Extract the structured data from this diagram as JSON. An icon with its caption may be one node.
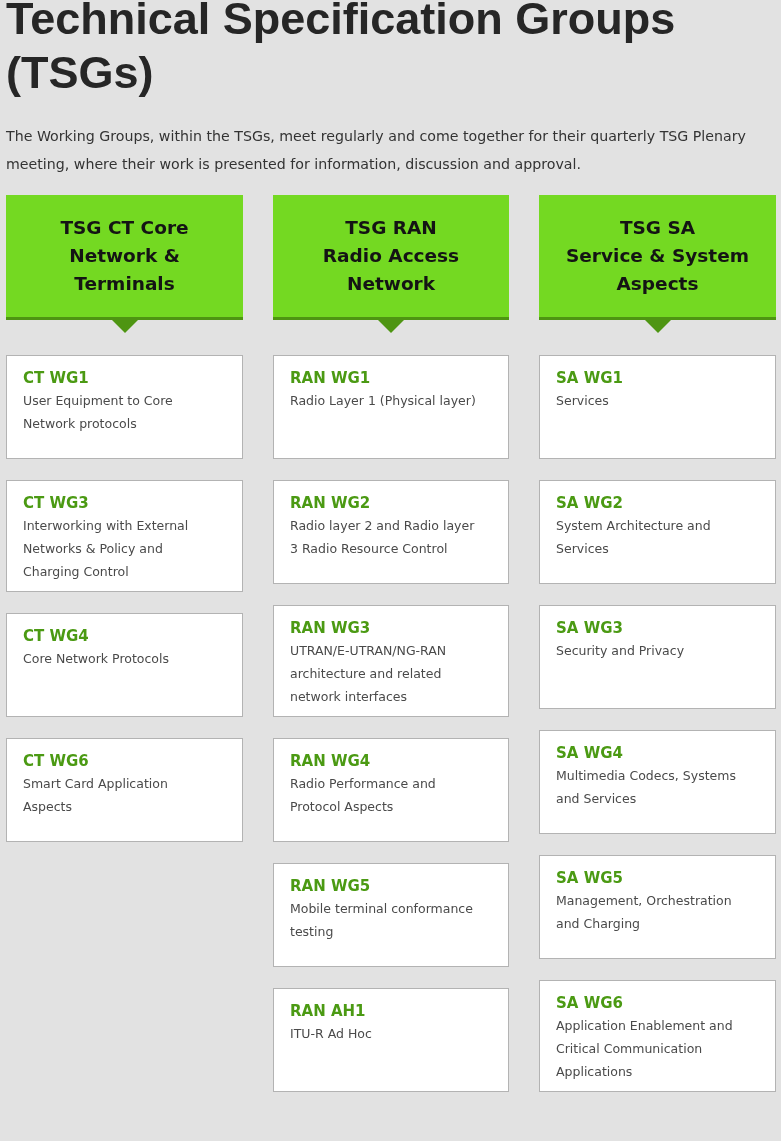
{
  "diagram": {
    "title": "Technical Specification Groups (TSGs)",
    "nodes": [
      {
        "text": [
          "TSG CT Core Network & Terminals"
        ]
      },
      {
        "text": [
          "CT WG1",
          "User Equipment to Core Network protocols"
        ]
      },
      {
        "text": [
          "CT WG3",
          "Interworking with External Networks & Policy and Charging Control"
        ]
      },
      {
        "text": [
          "CT WG4",
          "Core Network Protocols"
        ]
      },
      {
        "text": [
          "CT WG6",
          "Smart Card Application Aspects"
        ]
      },
      {
        "text": [
          "TSG RAN",
          "Radio Access Network"
        ]
      },
      {
        "text": [
          "RAN WG1",
          "Radio Layer 1 (Physical layer)"
        ]
      },
      {
        "text": [
          "RAN WG2",
          "Radio layer 2 and Radio layer 3 Radio Resource Control"
        ]
      },
      {
        "text": [
          "RAN WG3",
          "UTRAN/E-UTRAN/NG-RAN architecture and related network interfaces"
        ]
      },
      {
        "text": [
          "RAN WG4",
          "Radio Performance and Protocol Aspects"
        ]
      },
      {
        "text": [
          "RAN WG5",
          "Mobile terminal conformance testing"
        ]
      },
      {
        "text": [
          "RAN AH1",
          "ITU-R Ad Hoc"
        ]
      },
      {
        "text": [
          "TSG SA",
          "Service & System Aspects"
        ]
      },
      {
        "text": [
          "SA WG1",
          "Services"
        ]
      },
      {
        "text": [
          "SA WG2",
          "System Architecture and Services"
        ]
      },
      {
        "text": [
          "SA WG3",
          "Security and Privacy"
        ]
      },
      {
        "text": [
          "SA WG4",
          "Multimedia Codecs, Systems and Services"
        ]
      },
      {
        "text": [
          "SA WG5",
          "Management, Orchestration and Charging"
        ]
      },
      {
        "text": [
          "SA WG6",
          "Application Enablement and Critical Communication Applications"
        ]
      }
    ],
    "labels": [
      "The Working Groups, within the TSGs, meet regularly and come together for their quarterly TSG Plenary meeting, where their work is presented for information, discussion and approval."
    ]
  }
}
